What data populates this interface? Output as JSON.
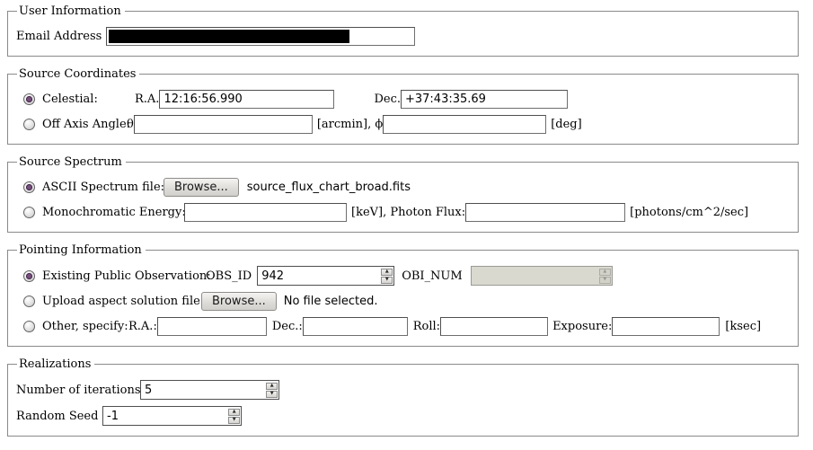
{
  "colors": {
    "accent_radio": "#75507b",
    "disabled_bg": "#d9d9d0",
    "redaction": "#000000"
  },
  "icons": {
    "spin_up": "▲",
    "spin_down": "▼"
  },
  "user_information": {
    "legend": "User Information",
    "email_label": "Email Address",
    "email_value": ""
  },
  "source_coordinates": {
    "legend": "Source Coordinates",
    "celestial_label": "Celestial:",
    "ra_label": "R.A.",
    "ra_value": "12:16:56.990",
    "dec_label": "Dec.",
    "dec_value": "+37:43:35.69",
    "offaxis_label": "Off Axis Angle:",
    "theta_label": "θ",
    "theta_value": "",
    "arcmin_phi_label": "[arcmin], ϕ",
    "phi_value": "",
    "deg_label": "[deg]"
  },
  "source_spectrum": {
    "legend": "Source Spectrum",
    "ascii_label": "ASCII Spectrum file:",
    "browse_label": "Browse...",
    "filename": "source_flux_chart_broad.fits",
    "mono_label": "Monochromatic Energy:",
    "energy_value": "",
    "kev_flux_label": "[keV], Photon Flux:",
    "flux_value": "",
    "flux_units_label": "[photons/cm^2/sec]"
  },
  "pointing_information": {
    "legend": "Pointing Information",
    "existing_label": "Existing Public Observation:",
    "obsid_label": "OBS_ID",
    "obsid_value": "942",
    "obinum_label": "OBI_NUM",
    "obinum_value": "",
    "upload_label": "Upload aspect solution file:",
    "browse_label": "Browse...",
    "no_file_label": "No file selected.",
    "other_label": "Other, specify:",
    "ra_label": "R.A.:",
    "ra_value": "",
    "dec_label": "Dec.:",
    "dec_value": "",
    "roll_label": "Roll:",
    "roll_value": "",
    "exposure_label": "Exposure:",
    "exposure_value": "",
    "ksec_label": "[ksec]"
  },
  "realizations": {
    "legend": "Realizations",
    "iterations_label": "Number of iterations",
    "iterations_value": "5",
    "seed_label": "Random Seed",
    "seed_value": "-1"
  }
}
